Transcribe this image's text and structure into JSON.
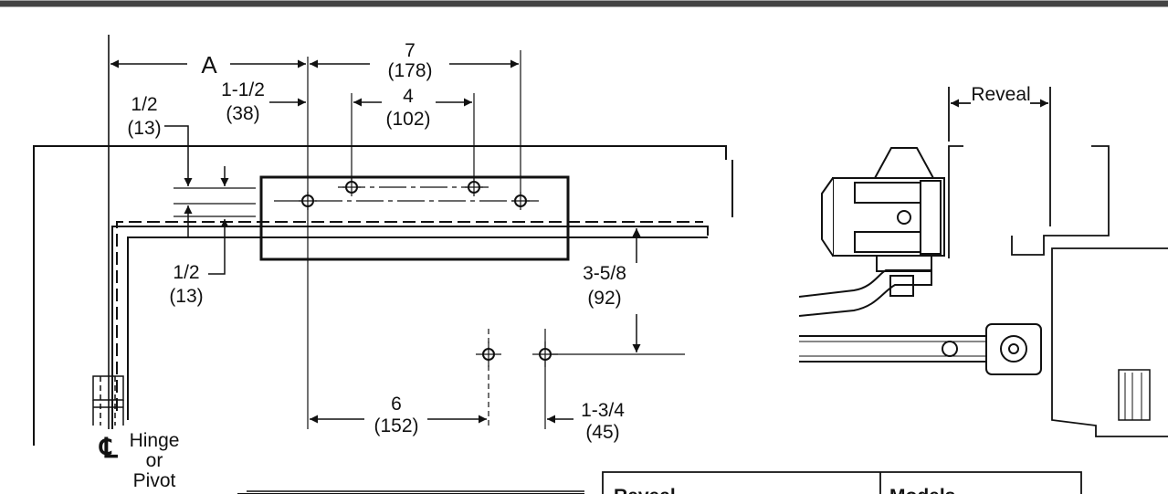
{
  "top_rule_color": "#444444",
  "dimensions": {
    "a": "A",
    "d7_in": "7",
    "d7_mm": "(178)",
    "d112_in": "1-1/2",
    "d112_mm": "(38)",
    "d4_in": "4",
    "d4_mm": "(102)",
    "dh_top_in": "1/2",
    "dh_top_mm": "(13)",
    "dh_bot_in": "1/2",
    "dh_bot_mm": "(13)",
    "d358_in": "3-5/8",
    "d358_mm": "(92)",
    "d6_in": "6",
    "d6_mm": "(152)",
    "d134_in": "1-3/4",
    "d134_mm": "(45)"
  },
  "hinge": {
    "symbol": "℄",
    "line1": "Hinge",
    "line2": "or",
    "line3": "Pivot"
  },
  "reveal_label": "Reveal",
  "table": {
    "headers": [
      "Reveal",
      "Models"
    ]
  }
}
